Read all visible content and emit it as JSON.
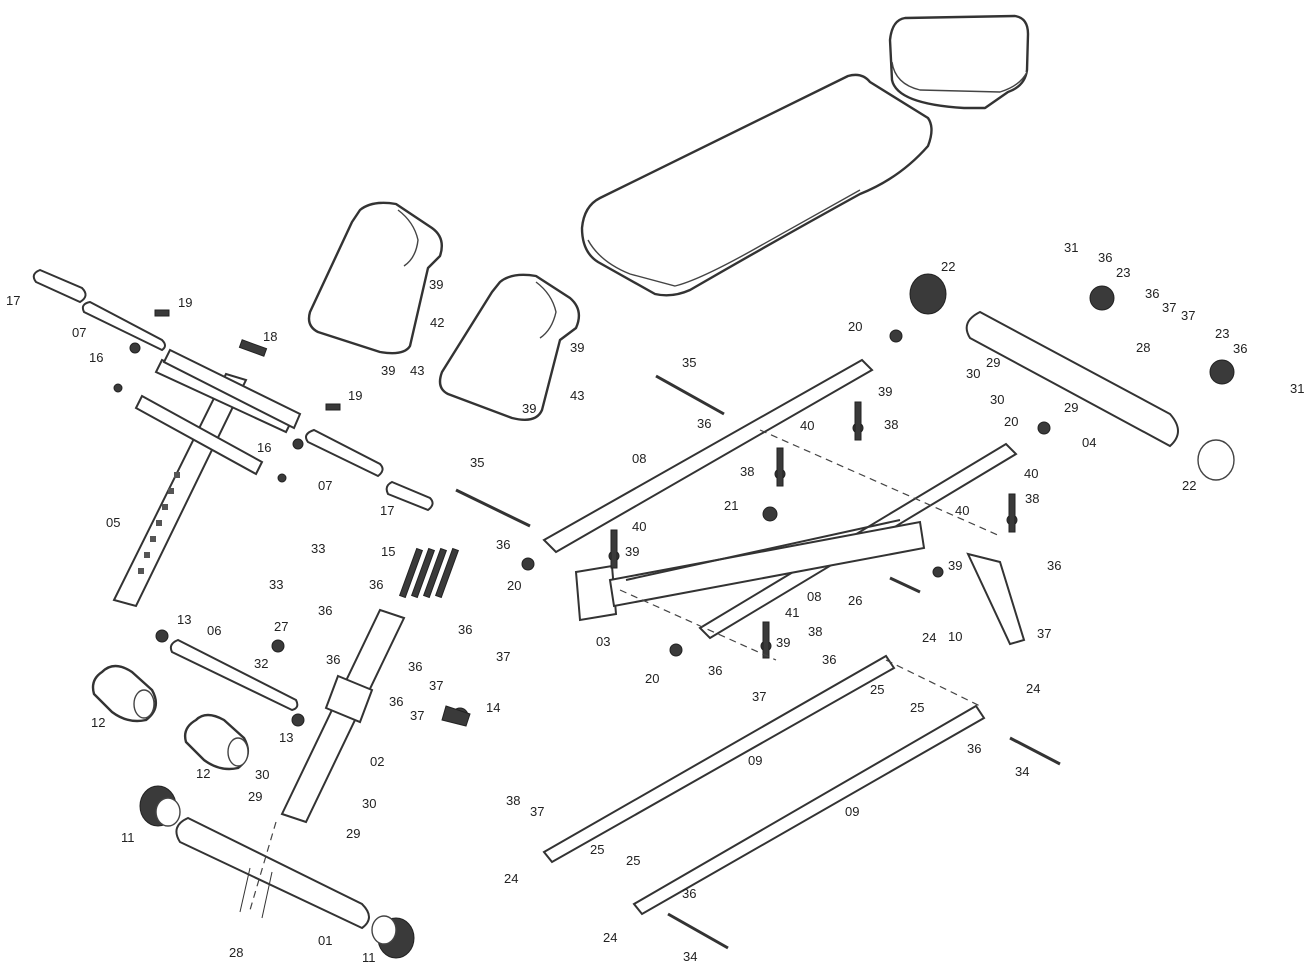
{
  "diagram": {
    "part_labels": [
      "01",
      "02",
      "03",
      "04",
      "05",
      "06",
      "07",
      "07",
      "08",
      "08",
      "09",
      "09",
      "10",
      "11",
      "11",
      "12",
      "12",
      "13",
      "13",
      "14",
      "15",
      "16",
      "16",
      "17",
      "17",
      "18",
      "19",
      "19",
      "20",
      "20",
      "20",
      "20",
      "21",
      "22",
      "22",
      "23",
      "23",
      "24",
      "24",
      "24",
      "24",
      "25",
      "25",
      "25",
      "25",
      "26",
      "27",
      "28",
      "28",
      "29",
      "29",
      "29",
      "29",
      "30",
      "30",
      "30",
      "30",
      "31",
      "31",
      "32",
      "33",
      "33",
      "34",
      "34",
      "35",
      "35",
      "36",
      "36",
      "36",
      "36",
      "36",
      "36",
      "36",
      "36",
      "36",
      "36",
      "36",
      "36",
      "36",
      "36",
      "36",
      "36",
      "37",
      "37",
      "37",
      "37",
      "37",
      "37",
      "37",
      "37",
      "38",
      "38",
      "38",
      "38",
      "38",
      "39",
      "39",
      "39",
      "39",
      "39",
      "39",
      "39",
      "39",
      "40",
      "40",
      "40",
      "40",
      "41",
      "42",
      "43",
      "43"
    ]
  }
}
